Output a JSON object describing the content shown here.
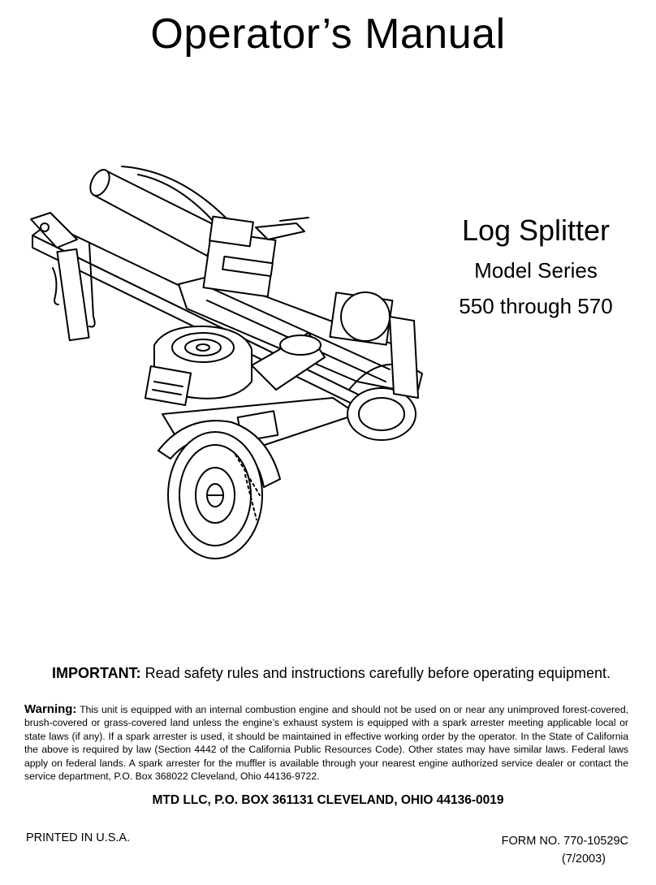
{
  "cover": {
    "title": "Operator’s Manual",
    "product_name": "Log Splitter",
    "model_series_label": "Model Series",
    "model_range": "550 through 570"
  },
  "important": {
    "label": "IMPORTANT:",
    "text": " Read safety rules and instructions carefully before operating equipment."
  },
  "warning": {
    "label": "Warning:",
    "text": " This unit is equipped with an internal combustion engine and should not be used on or near any unimproved forest-covered, brush-covered or grass-covered land unless the engine’s exhaust system is equipped with a spark arrester meeting applicable local or state laws (if any). If a spark arrester is used, it should be maintained in effective working order by the operator. In the State of California the above is required by law (Section 4442 of the California Public Resources Code). Other states may have similar laws. Federal laws apply on federal lands. A spark arrester for the muffler is available through your nearest engine authorized service dealer or contact the service department, P.O. Box 368022 Cleveland, Ohio 44136-9722."
  },
  "footer": {
    "address": "MTD LLC, P.O. BOX 361131 CLEVELAND, OHIO 44136-0019",
    "printed": "PRINTED IN U.S.A.",
    "form_number": "FORM NO. 770-10529C",
    "form_date": "(7/2003)"
  }
}
